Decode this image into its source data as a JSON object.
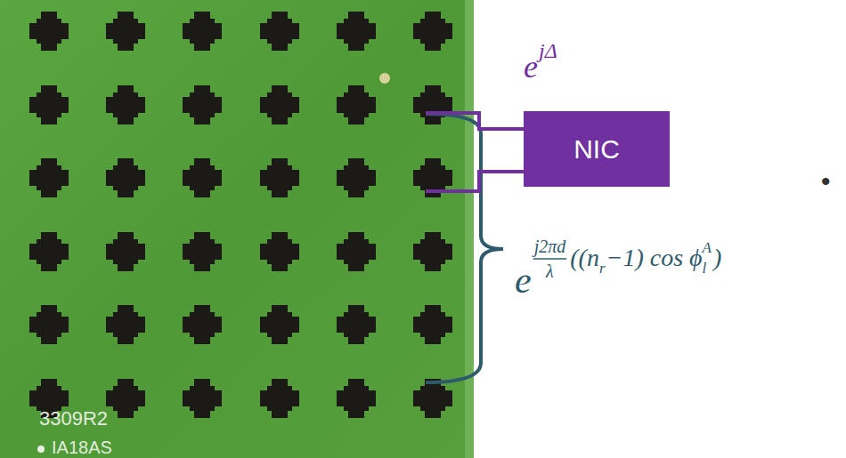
{
  "diagram": {
    "nodes": [
      {
        "text": [
          "NIC"
        ]
      }
    ],
    "labels": [
      "e",
      "jΔ",
      "•",
      "e",
      "j2πd",
      "λ",
      "((n",
      "r",
      "−1) cos ϕ",
      "l",
      "A",
      ")",
      "3309R2",
      "IA18AS"
    ]
  }
}
